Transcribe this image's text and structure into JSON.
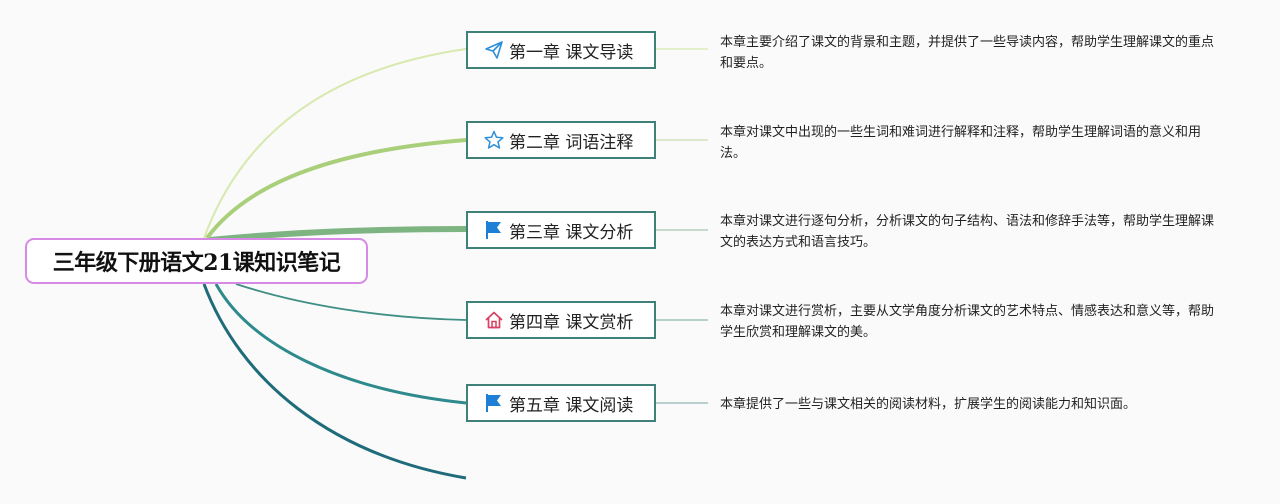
{
  "root": {
    "title": "三年级下册语文21课知识笔记",
    "border_color": "#d68ae6"
  },
  "chapters": [
    {
      "label": "第一章 课文导读",
      "icon": "paper-plane-icon",
      "icon_color": "#2f8fd8",
      "branch_color": "#d7e9ae",
      "description": "本章主要介绍了课文的背景和主题，并提供了一些导读内容，帮助学生理解课文的重点和要点。"
    },
    {
      "label": "第二章 词语注释",
      "icon": "star-icon",
      "icon_color": "#2f8fd8",
      "branch_color": "#a9cf7b",
      "description": "本章对课文中出现的一些生词和难词进行解释和注释，帮助学生理解词语的意义和用法。"
    },
    {
      "label": "第三章 课文分析",
      "icon": "flag-icon",
      "icon_color": "#1e7fd6",
      "branch_color": "#7eb482",
      "description": "本章对课文进行逐句分析，分析课文的句子结构、语法和修辞手法等，帮助学生理解课文的表达方式和语言技巧。"
    },
    {
      "label": "第四章 课文赏析",
      "icon": "home-icon",
      "icon_color": "#d94062",
      "branch_color": "#3f8f85",
      "description": "本章对课文进行赏析，主要从文学角度分析课文的艺术特点、情感表达和意义等，帮助学生欣赏和理解课文的美。"
    },
    {
      "label": "第五章 课文阅读",
      "icon": "flag-icon",
      "icon_color": "#1e7fd6",
      "branch_color": "#2e8a8c",
      "description": "本章提供了一些与课文相关的阅读材料，扩展学生的阅读能力和知识面。"
    }
  ],
  "extra_branch_color": "#1f6b7a",
  "chapter_border_color": "#3f8179"
}
